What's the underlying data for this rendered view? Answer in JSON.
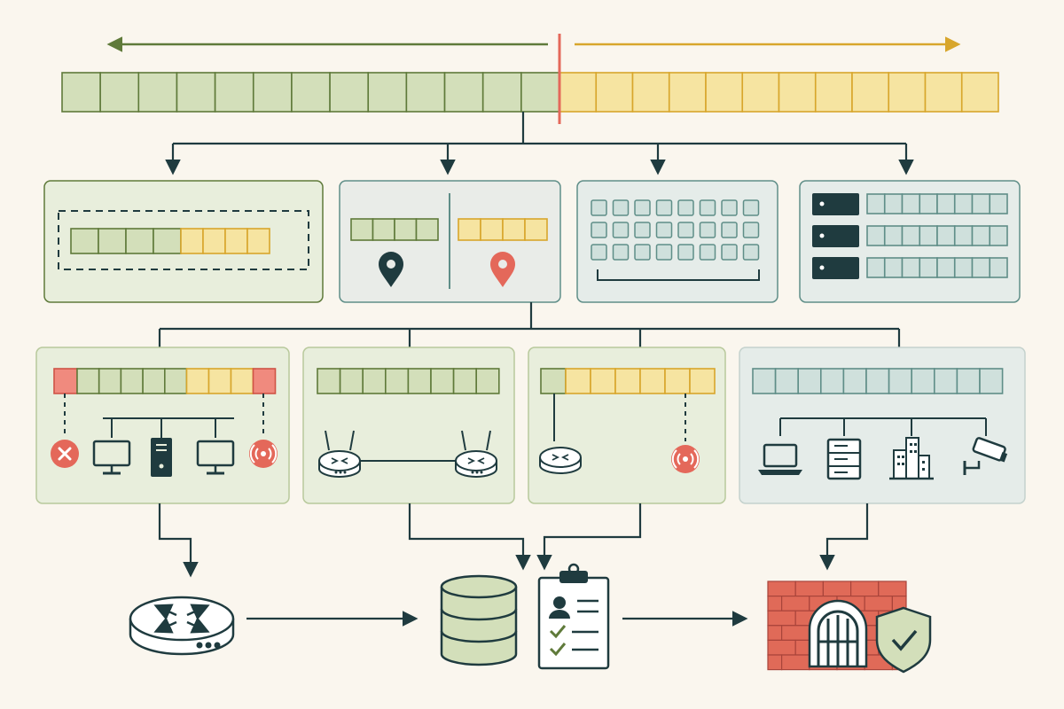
{
  "colors": {
    "background": "#faf6ee",
    "network_green": "#d3dfba",
    "network_green_stroke": "#5f7a3a",
    "host_yellow": "#f6e4a1",
    "host_yellow_stroke": "#d8a62c",
    "teal_fill": "#cfe0dc",
    "teal_stroke": "#5f8e88",
    "red": "#e4685a",
    "dark": "#1f3b3f",
    "panel_green": "#e8eedc",
    "panel_gray": "#e9ece8",
    "panel_teal": "#e5ece9",
    "brick": "#e06a58"
  },
  "address": {
    "network_bits": 13,
    "host_bits": 12
  },
  "level1": [
    {
      "id": "subnet-mask",
      "icon": "dashed-mask-box",
      "network_cells": 4,
      "host_cells": 4
    },
    {
      "id": "network-vs-host",
      "icons": [
        "location-pin-dark-icon",
        "location-pin-red-icon"
      ]
    },
    {
      "id": "address-block",
      "icon": "keyboard-grid",
      "rows": 3,
      "cols": 8
    },
    {
      "id": "server-allocation",
      "icons": [
        "server-icon",
        "server-icon",
        "server-icon"
      ],
      "row_cells": 8
    }
  ],
  "level2": [
    {
      "id": "reserved-addresses",
      "icons": [
        "x-circle-icon",
        "monitor-icon",
        "tower-pc-icon",
        "monitor-icon",
        "broadcast-icon"
      ]
    },
    {
      "id": "router-link",
      "icons": [
        "router-icon",
        "router-icon"
      ]
    },
    {
      "id": "gateway-broadcast",
      "icons": [
        "router-icon",
        "broadcast-icon"
      ]
    },
    {
      "id": "device-hosts",
      "icons": [
        "laptop-icon",
        "server-rack-icon",
        "building-icon",
        "camera-icon"
      ]
    }
  ],
  "bottom": {
    "icons": [
      "router-icon",
      "database-icon",
      "clipboard-checklist-icon",
      "firewall-icon",
      "shield-check-icon"
    ]
  }
}
